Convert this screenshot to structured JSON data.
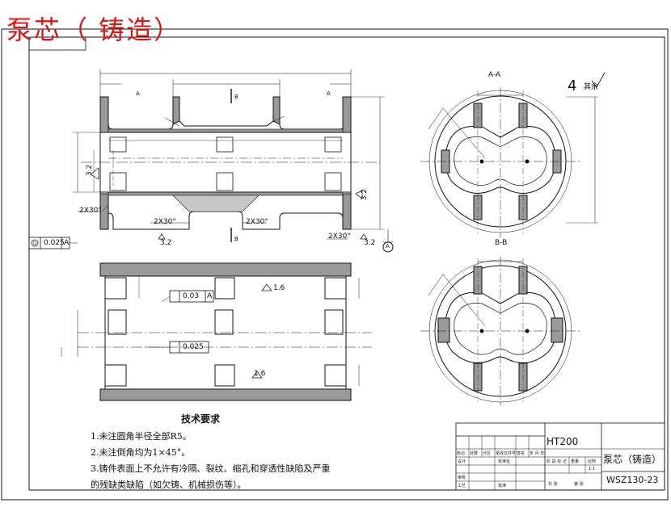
{
  "drawing": {
    "title": "泵芯（  铸造）",
    "view_labels": {
      "section_aa": "A-A",
      "section_bb": "B-B"
    },
    "surface_finish_note": {
      "grade": "4",
      "rest": "其余"
    },
    "datum_symbol": "A",
    "dims": {
      "chamfer": "2X30°",
      "chamfer_b": "2X30°",
      "chamfer_c": "2X30°",
      "chamfer_d": "2X30°",
      "rough_left": "3.2",
      "rough_right": "3.2",
      "rough_bottom_l": "3.2",
      "rough_bottom_r": "3.2",
      "rough_lower_1": "1.6",
      "rough_lower_2": "1.6",
      "section_mark_top": "A",
      "section_mark_top_r": "A",
      "section_mark_b": "B",
      "section_mark_b2": "B"
    },
    "tolerances": {
      "runout": "0.025",
      "runout_datum": "A",
      "perp": "0.03",
      "perp_datum": "A",
      "flat": "0.025"
    }
  },
  "requirements": {
    "title": "技术要求",
    "items": [
      "1.未注圆角半径全部R5。",
      "2.未注倒角均为1×45°。",
      "3.铸件表面上不允许有冷隔、裂纹、缩孔和穿透性缺陷及严重",
      "的残缺类缺陷（如欠铸、机械损伤等）。"
    ]
  },
  "title_block": {
    "material": "HT200",
    "part_name": "泵芯（铸造）",
    "drawing_no": "WSZ130-23",
    "rev_headers": [
      "标记",
      "处数",
      "分区",
      "更改文件号",
      "签名",
      "年 月 日"
    ],
    "role_labels": [
      "设计",
      "标准化",
      "审核",
      "工艺",
      "批准"
    ],
    "stage_headers": [
      "阶 段 标 记",
      "重量",
      "比例"
    ],
    "scale": "1:1",
    "sheet_info": [
      "共 张",
      "第 张"
    ]
  }
}
